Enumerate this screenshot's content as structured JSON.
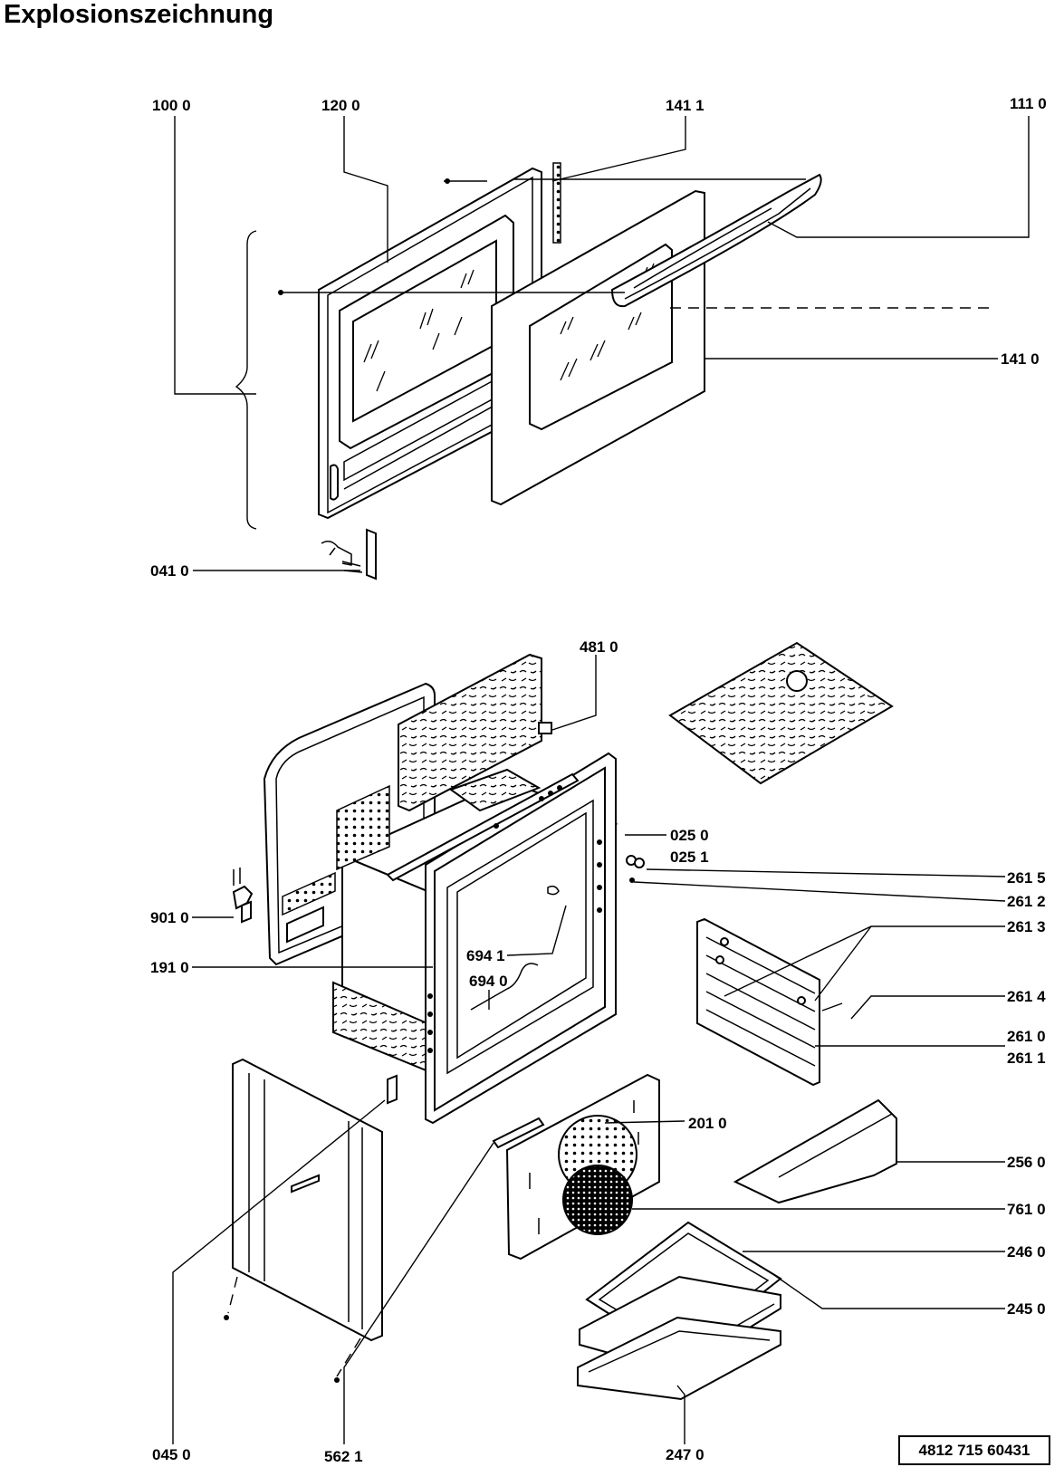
{
  "title": "Explosionszeichnung",
  "document_number": "4812 715 60431",
  "labels": {
    "l1000": "100 0",
    "l1200": "120 0",
    "l1411": "141 1",
    "l1110": "111 0",
    "l1410": "141 0",
    "l0410": "041 0",
    "l4810": "481 0",
    "l0250": "025 0",
    "l0251": "025 1",
    "l2615": "261 5",
    "l2612": "261 2",
    "l2613": "261 3",
    "l2614": "261 4",
    "l2610": "261 0",
    "l2611": "261 1",
    "l9010": "901 0",
    "l1910": "191 0",
    "l6941": "694 1",
    "l6940": "694 0",
    "l2010": "201 0",
    "l2560": "256 0",
    "l7610": "761 0",
    "l2460": "246 0",
    "l2450": "245 0",
    "l0450": "045 0",
    "l5621": "562 1",
    "l2470": "247 0"
  }
}
